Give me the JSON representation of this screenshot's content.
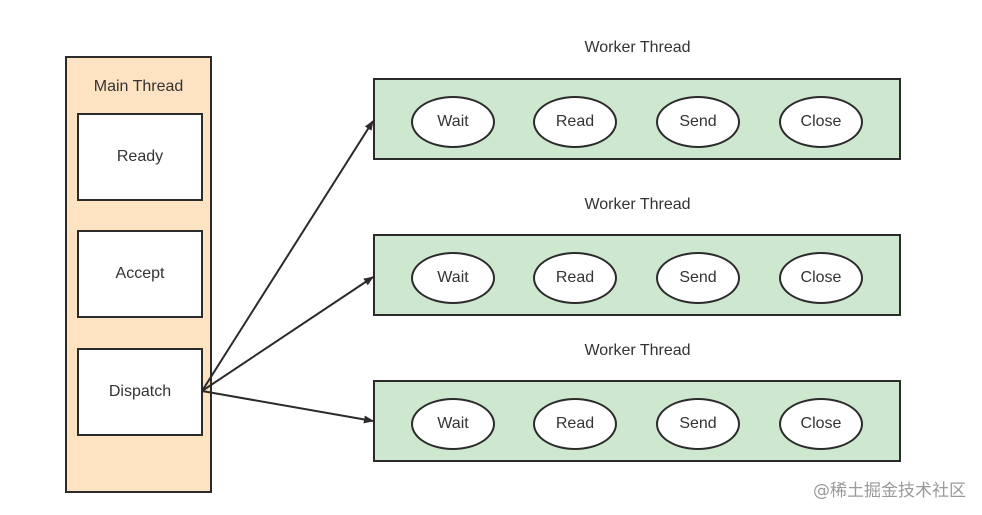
{
  "main_thread": {
    "title": "Main Thread",
    "boxes": [
      "Ready",
      "Accept",
      "Dispatch"
    ]
  },
  "worker_threads": [
    {
      "title": "Worker Thread",
      "steps": [
        "Wait",
        "Read",
        "Send",
        "Close"
      ]
    },
    {
      "title": "Worker Thread",
      "steps": [
        "Wait",
        "Read",
        "Send",
        "Close"
      ]
    },
    {
      "title": "Worker Thread",
      "steps": [
        "Wait",
        "Read",
        "Send",
        "Close"
      ]
    }
  ],
  "watermark": "@稀土掘金技术社区",
  "colors": {
    "main_fill": "#fde3c2",
    "worker_fill": "#cde8cf",
    "stroke": "#2b2b2b"
  }
}
